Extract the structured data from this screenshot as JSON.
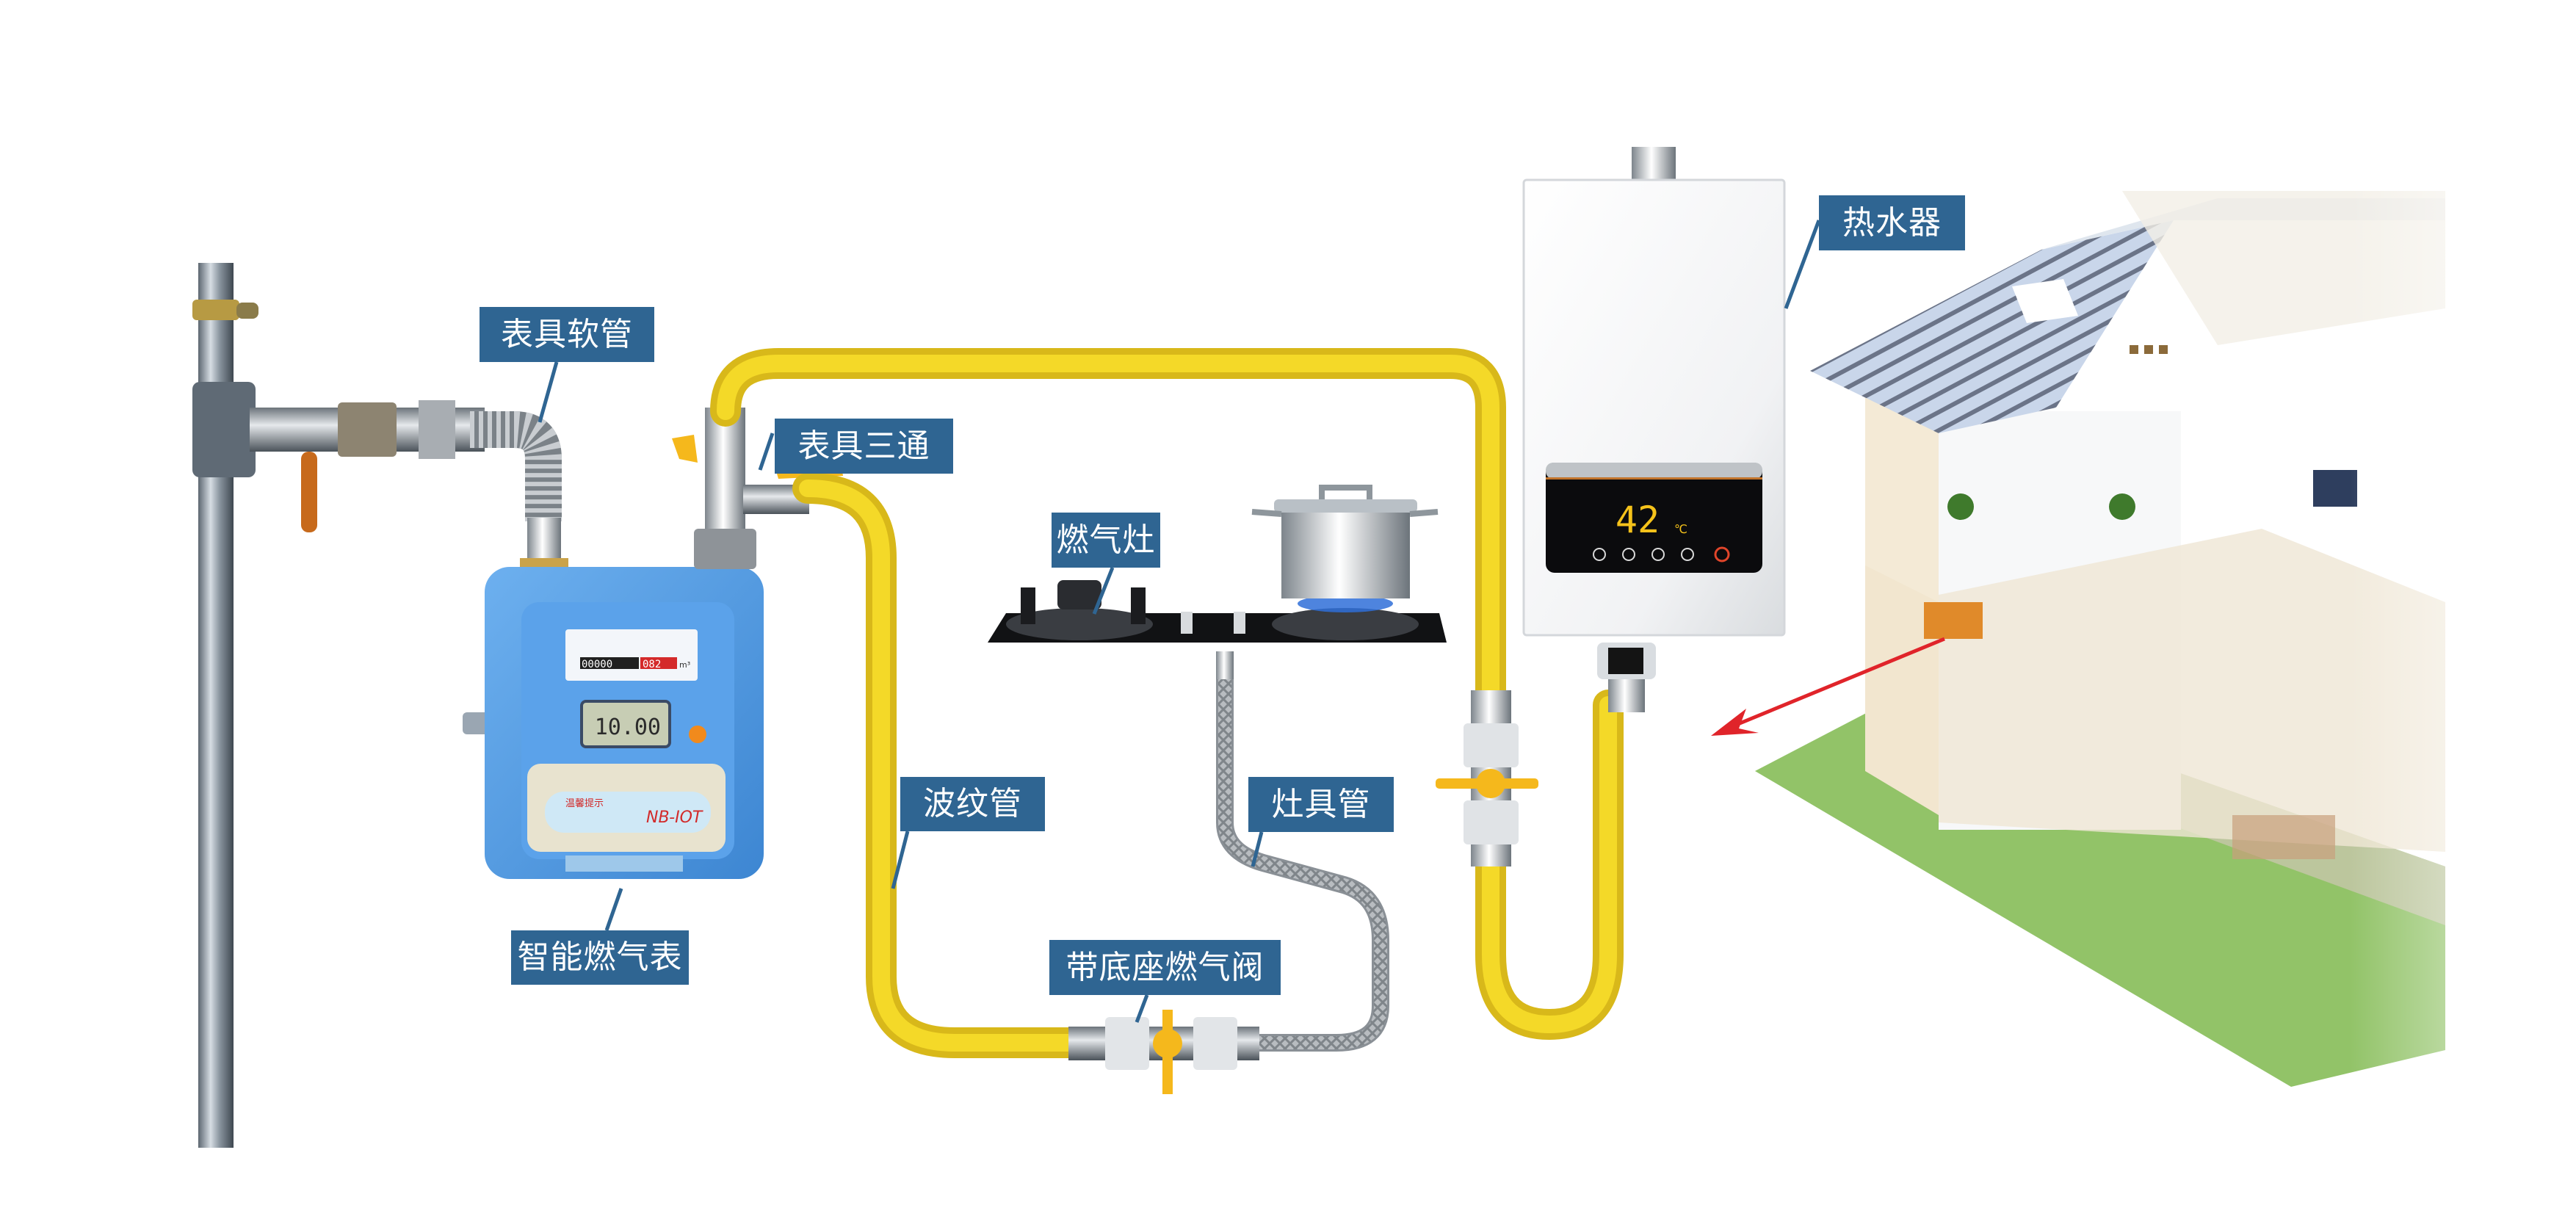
{
  "title": "燃气管道安装示意图",
  "labels": {
    "meter_hose": "表具软管",
    "meter_tee": "表具三通",
    "gas_stove": "燃气灶",
    "water_heater": "热水器",
    "corrugated_pipe": "波纹管",
    "stove_hose": "灶具管",
    "gas_meter": "智能燃气表",
    "base_valve": "带底座燃气阀"
  },
  "gas_meter": {
    "lcd_reading": "10.00",
    "counter_black": "00000",
    "counter_red": "082",
    "counter_unit": "m³",
    "card_title": "温馨提示",
    "model_badge": "NB-IOT"
  },
  "water_heater": {
    "temperature": "42",
    "temperature_unit": "℃"
  },
  "colors": {
    "label_bg": "#2f6592",
    "leader_line": "#2f6592",
    "corrugated_pipe": "#f0d21e",
    "meter_body": "#4f97df",
    "valve_handle": "#f5b81c",
    "heater_digits": "#f5c21a",
    "arrow": "#e0242a"
  }
}
